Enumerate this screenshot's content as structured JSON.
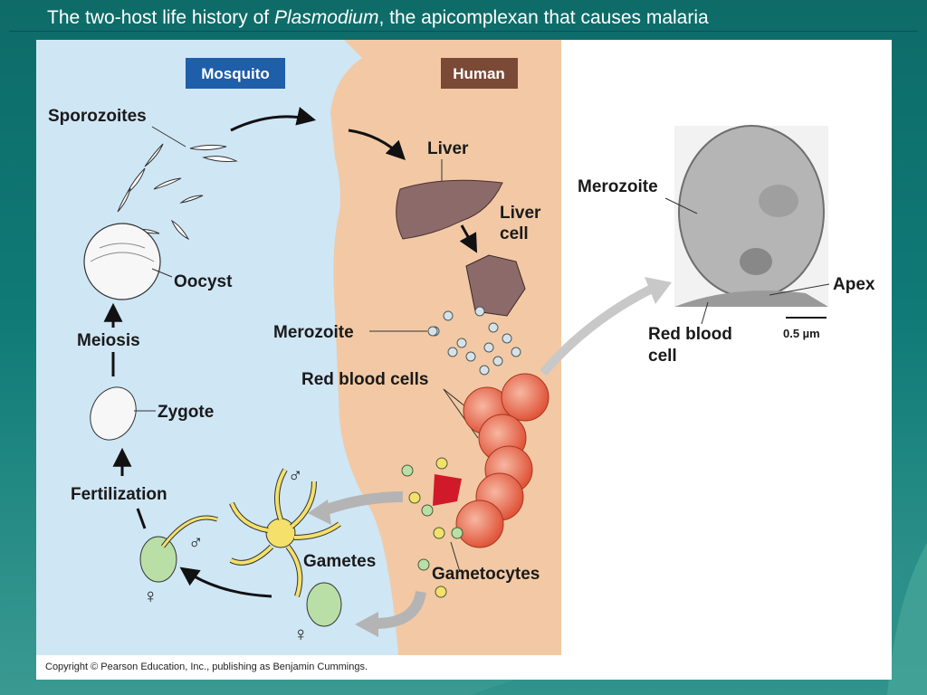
{
  "slide": {
    "title_prefix": "The two-host life history of ",
    "title_italic": "Plasmodium",
    "title_suffix": ", the apicomplexan that causes malaria"
  },
  "figure": {
    "host_mosquito": "Mosquito",
    "host_human": "Human",
    "labels": {
      "sporozoites": "Sporozoites",
      "oocyst": "Oocyst",
      "meiosis": "Meiosis",
      "zygote": "Zygote",
      "fertilization": "Fertilization",
      "liver": "Liver",
      "liver_cell_1": "Liver",
      "liver_cell_2": "cell",
      "merozoite": "Merozoite",
      "red_blood_cells": "Red blood cells",
      "gametes": "Gametes",
      "gametocytes": "Gametocytes",
      "male_symbol": "♂",
      "female_symbol": "♀"
    },
    "micrograph": {
      "merozoite": "Merozoite",
      "apex": "Apex",
      "rbc_1": "Red blood",
      "rbc_2": "cell",
      "scale": "0.5 µm"
    },
    "copyright": "Copyright © Pearson Education, Inc., publishing as Benjamin Cummings."
  },
  "colors": {
    "background": "#0f7a76",
    "mosquito_header": "#1f5ea8",
    "human_header": "#7a4a36",
    "mosquito_bg": "#cfe6f5",
    "skin": "#f2c9a4",
    "liver": "#8c6a6a",
    "red_blood_cell": "#e8674a"
  }
}
